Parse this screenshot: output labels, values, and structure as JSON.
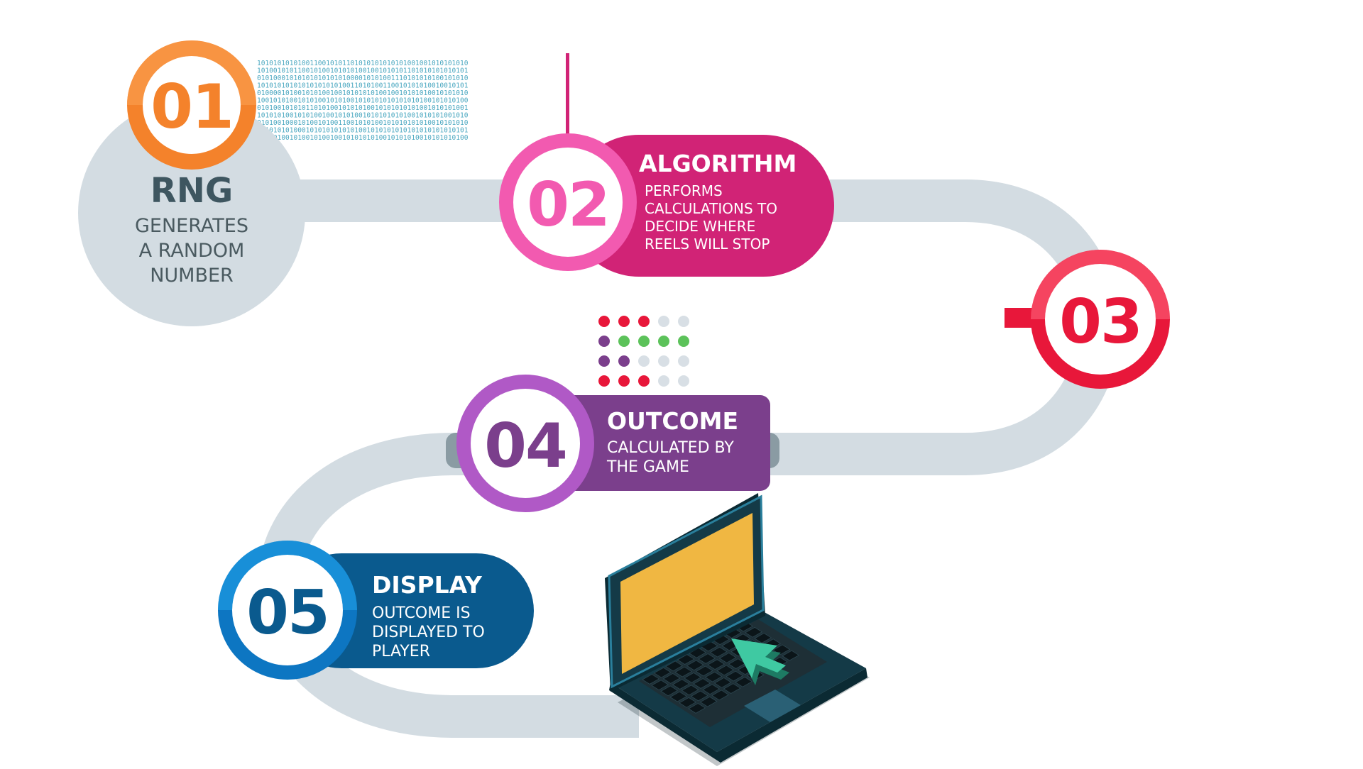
{
  "steps": [
    {
      "number": "01",
      "title": "RNG",
      "lines": [
        "GENERATES",
        "A RANDOM",
        "NUMBER"
      ]
    },
    {
      "number": "02",
      "title": "ALGORITHM",
      "lines": [
        "PERFORMS",
        "CALCULATIONS  TO",
        "DECIDE WHERE",
        "REELS WILL STOP"
      ]
    },
    {
      "number": "03",
      "title": "",
      "lines": []
    },
    {
      "number": "04",
      "title": "OUTCOME",
      "lines": [
        "CALCULATED BY",
        "THE GAME"
      ]
    },
    {
      "number": "05",
      "title": "DISPLAY",
      "lines": [
        "OUTCOME IS",
        "DISPLAYED TO",
        "PLAYER"
      ]
    }
  ],
  "binary_rows": [
    "1010101010100110010101101010101010101001001010101010",
    "1010010101100101001010101001001010101101010101010101",
    "0101000101010101010101000010101001110101010100101010",
    "1010101010101010101010011010100110010101010010010101",
    "0100001010010101001001010101010010010101010010101010",
    "1001010100101010010101001010101010101010100101010100",
    "0101001010101101010010101010010101010101001010101001",
    "1010101001010100100101010010101010101001010101001010",
    "0101001000101001010011001010100101010101010010101010",
    "1010101010001010101010101001010101010101010101010101",
    "0101010010100101001001010101010010101010010101010100"
  ],
  "dot_rows": [
    [
      "#E8173A",
      "#E8173A",
      "#E8173A",
      "#D8DFE5",
      "#D8DFE5"
    ],
    [
      "#7B3F8C",
      "#5CC25A",
      "#5CC25A",
      "#5CC25A",
      "#5CC25A"
    ],
    [
      "#7B3F8C",
      "#7B3F8C",
      "#D8DFE5",
      "#D8DFE5",
      "#D8DFE5"
    ],
    [
      "#E8173A",
      "#E8173A",
      "#E8173A",
      "#D8DFE5",
      "#D8DFE5"
    ]
  ],
  "colors": {
    "track": "#D3DCE2",
    "step1": "#F4822B",
    "step1_light": "#FBA456",
    "step1_text": "#3E5660",
    "step1_desc": "#4A5A60",
    "step2": "#D12376",
    "step2_ring": "#F25AB0",
    "step3": "#E8173A",
    "step4": "#7B3F8C",
    "step4_ring": "#B059C6",
    "step5": "#0A5A8E",
    "step5_ring": "#0D76C2",
    "binary": "#4AA7C0",
    "laptop_screen": "#F0B742",
    "laptop_body": "#143A47",
    "cursor": "#3FC9A2"
  },
  "icons": [
    "binary-code-graphic",
    "dot-matrix-graphic",
    "laptop-icon",
    "cursor-icon"
  ]
}
